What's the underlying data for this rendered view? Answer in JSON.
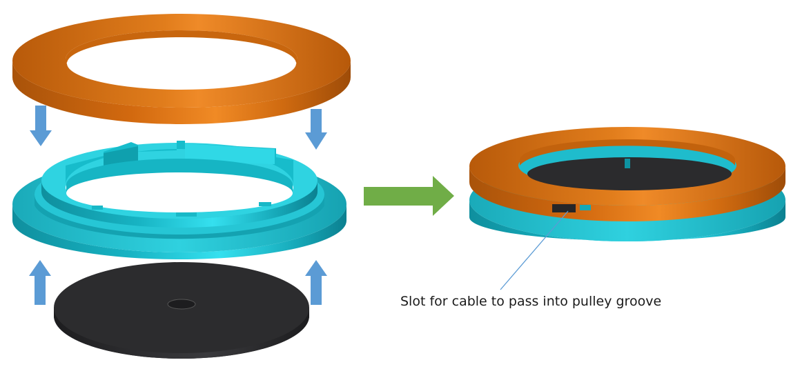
{
  "diagram": {
    "callout": {
      "text": "Slot for cable to pass into pulley groove"
    },
    "parts": {
      "top_ring": {
        "name": "orange-ring",
        "color": "#d96f0c"
      },
      "middle_ring": {
        "name": "teal-ring",
        "color": "#1fc4d6"
      },
      "bottom_disc": {
        "name": "black-disc",
        "color": "#2c2c2e"
      }
    },
    "arrows": {
      "down_color": "#5b9bd5",
      "up_color": "#5b9bd5",
      "assemble_color": "#70ad47"
    }
  }
}
